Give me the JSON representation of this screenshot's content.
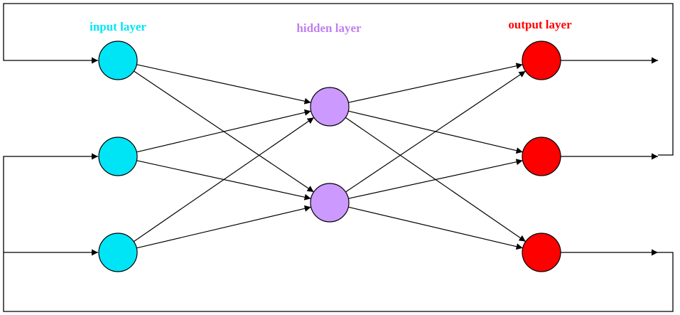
{
  "labels": {
    "input": "input layer",
    "hidden": "hidden layer",
    "output": "output layer"
  },
  "colors": {
    "input": "#00e5f5",
    "hidden": "#cc99ff",
    "output": "#ff0000",
    "stroke": "#000000",
    "input_label": "#00e5f5",
    "hidden_label": "#c080f0",
    "output_label": "#ff0000"
  },
  "network": {
    "input_nodes": 3,
    "hidden_nodes": 2,
    "output_nodes": 3,
    "fully_connected": true,
    "recurrent_feedback": true
  }
}
